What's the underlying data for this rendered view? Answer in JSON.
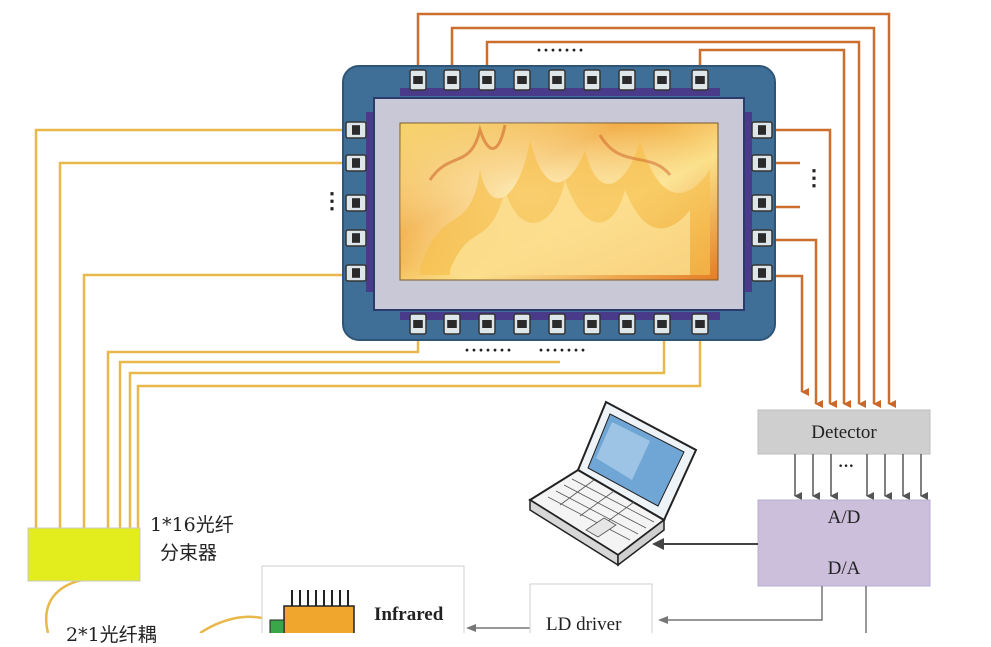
{
  "dots": {
    "top": "·······",
    "bottom_left": "·······",
    "bottom_right": "·······",
    "left": "⋮",
    "right": "⋮",
    "detector_out": "···"
  },
  "labels": {
    "detector": "Detector",
    "ad": "A/D",
    "da": "D/A",
    "splitter_line1": "1*16光纤",
    "splitter_line2": "分束器",
    "coupler": "2*1光纤耦",
    "infrared": "Infrared",
    "ld_driver": "LD driver"
  },
  "colors": {
    "orange_fiber": "#cc6f2e",
    "yellow_fiber": "#e8b84a",
    "chamber_frame": "#3f6f96",
    "panel": "#c9c8d6",
    "detector_box": "#cfcfcf",
    "adda_box": "#cbbfdc",
    "splitter_box": "#e3ec1c"
  }
}
